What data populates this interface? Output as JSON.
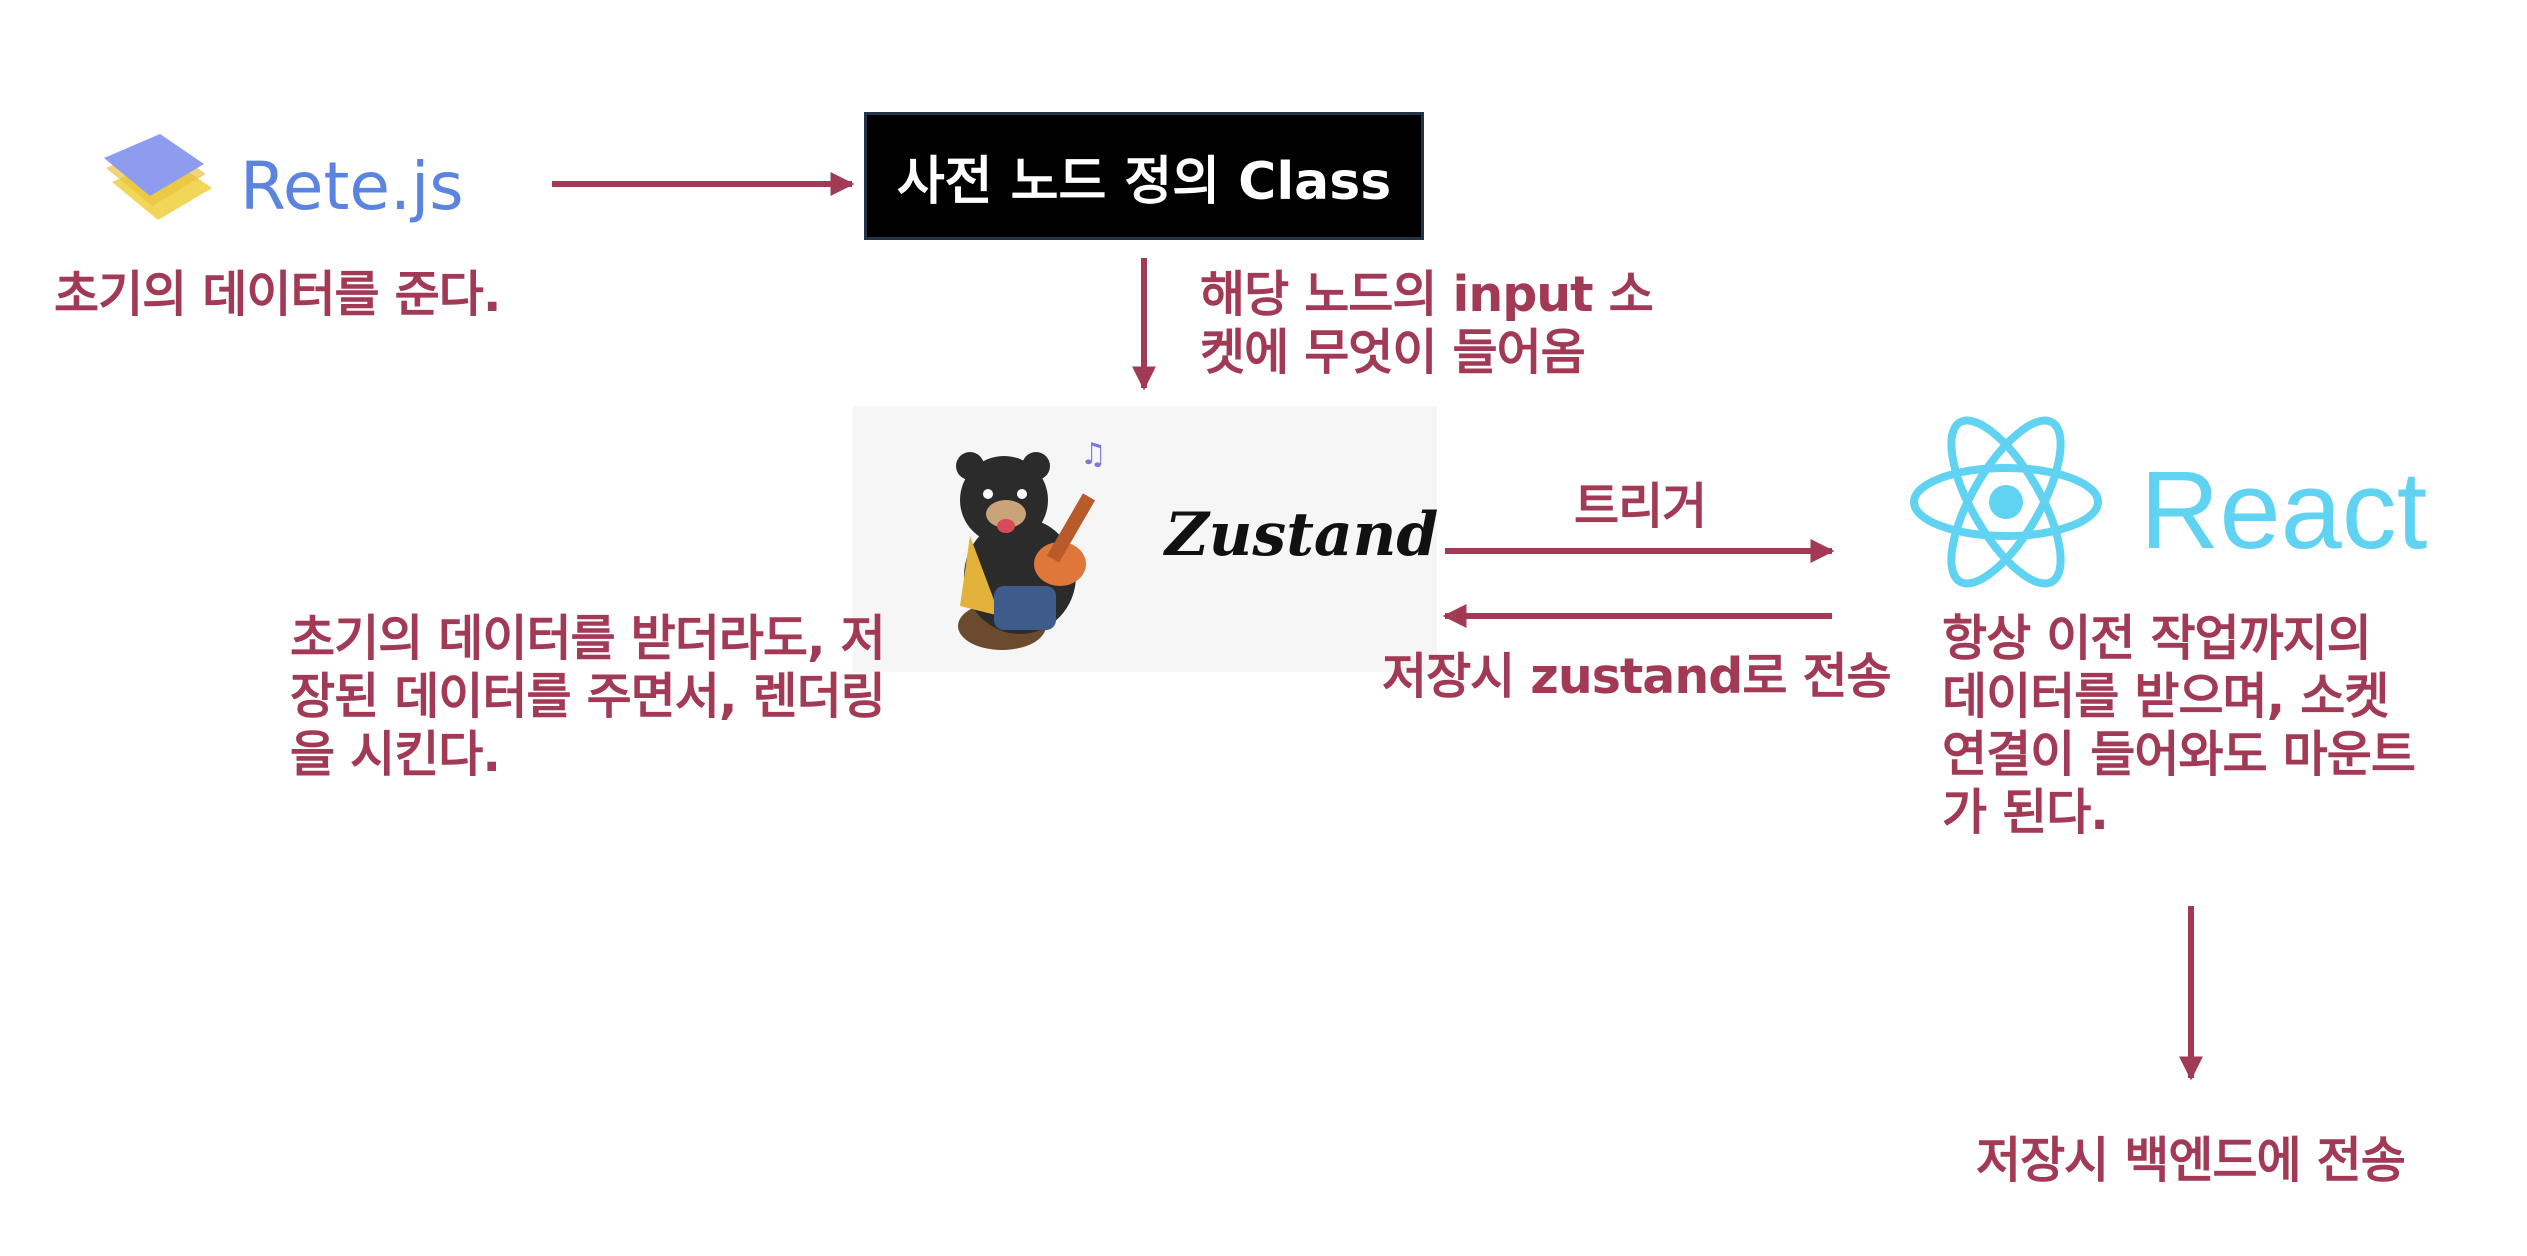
{
  "rete": {
    "logo_text": "Rete.js",
    "caption": "초기의 데이터를 준다."
  },
  "node_class": {
    "label": "사전 노드 정의 Class"
  },
  "socket_note": {
    "lines": [
      "해당 노드의 input 소",
      "켓에 무엇이 들어옴"
    ]
  },
  "zustand": {
    "logo_text": "Zustand",
    "note_lines": [
      "초기의 데이터를 받더라도, 저",
      "장된 데이터를 주면서, 렌더링",
      "을 시킨다."
    ]
  },
  "edges": {
    "trigger_label": "트리거",
    "save_zustand_label": "저장시 zustand로 전송"
  },
  "react": {
    "logo_text": "React",
    "note_lines": [
      "항상 이전 작업까지의",
      "데이터를 받으며, 소켓",
      "연결이 들어와도 마운트",
      "가 된다."
    ],
    "backend_label": "저장시 백엔드에 전송"
  },
  "colors": {
    "accent": "#a33a55",
    "react": "#61d3f2",
    "rete": "#5b84e0"
  }
}
